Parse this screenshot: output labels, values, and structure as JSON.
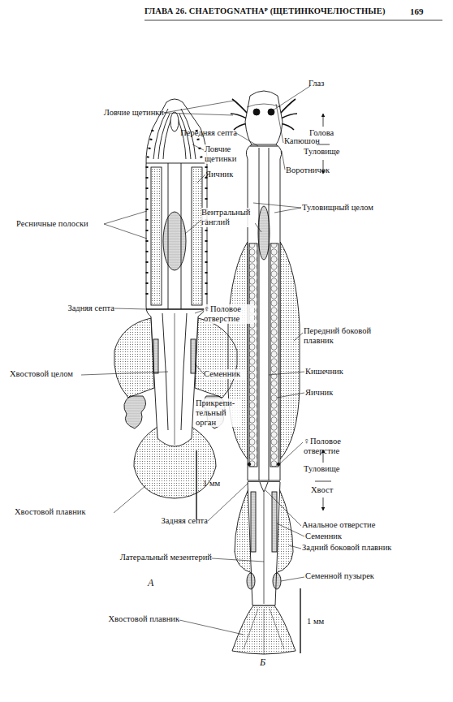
{
  "diagram": {
    "title": "ГЛАВА 26. CHAETOGNATHAᴾ (ЩЕТИНКОЧЕЛЮСТНЫЕ)",
    "labels": [
      "169",
      "Глаз",
      "Ловчие щетинки",
      "Голова",
      "Передняя септа",
      "Туловище",
      "Капюшон",
      "Ловчие щетинки",
      "Воротничок",
      "Яичник",
      "Туловищный целом",
      "Вентральный ганглий",
      "Ресничные полоски",
      "Задняя септа",
      "♀Половое отверстие",
      "Передний боковой плавник",
      "Хвостовой целом",
      "Семенник",
      "Кишечник",
      "Яичник",
      "Прикрепи- тельный орган",
      "♀Половое отверстие",
      "Туловище",
      "1 мм",
      "Хвост",
      "Хвостовой плавник",
      "Задняя септа",
      "Анальное отверстие",
      "Семенник",
      "Задний боковой плавник",
      "Латеральный мезентерий",
      "Семенной пузырек",
      "А",
      "Хвостовой плавник",
      "1 мм",
      "Б"
    ]
  }
}
